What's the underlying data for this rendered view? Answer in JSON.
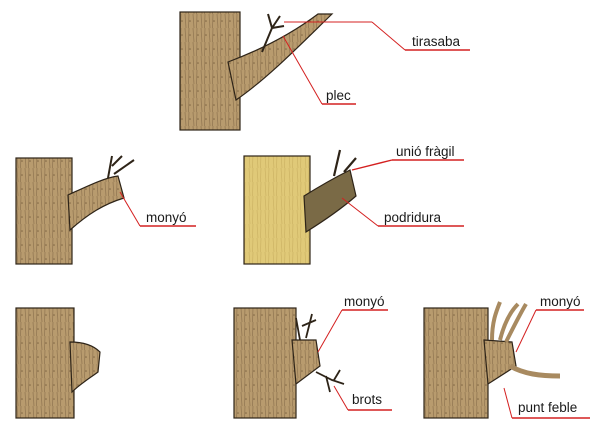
{
  "labels": {
    "tirasaba": "tirasaba",
    "plec": "plec",
    "monyo_1": "monyó",
    "unio_fragil": "unió fràgil",
    "podridura": "podridura",
    "monyo_2": "monyó",
    "brots": "brots",
    "monyo_3": "monyó",
    "punt_feble": "punt feble"
  },
  "colors": {
    "leader_line": "#d42020",
    "bark_light": "#c4a87e",
    "bark_mid": "#a88a60",
    "bark_dark": "#6e5638",
    "rotten_trunk": "#e2cc7a",
    "rot": "#7a6a46",
    "outline": "#2e2418"
  }
}
